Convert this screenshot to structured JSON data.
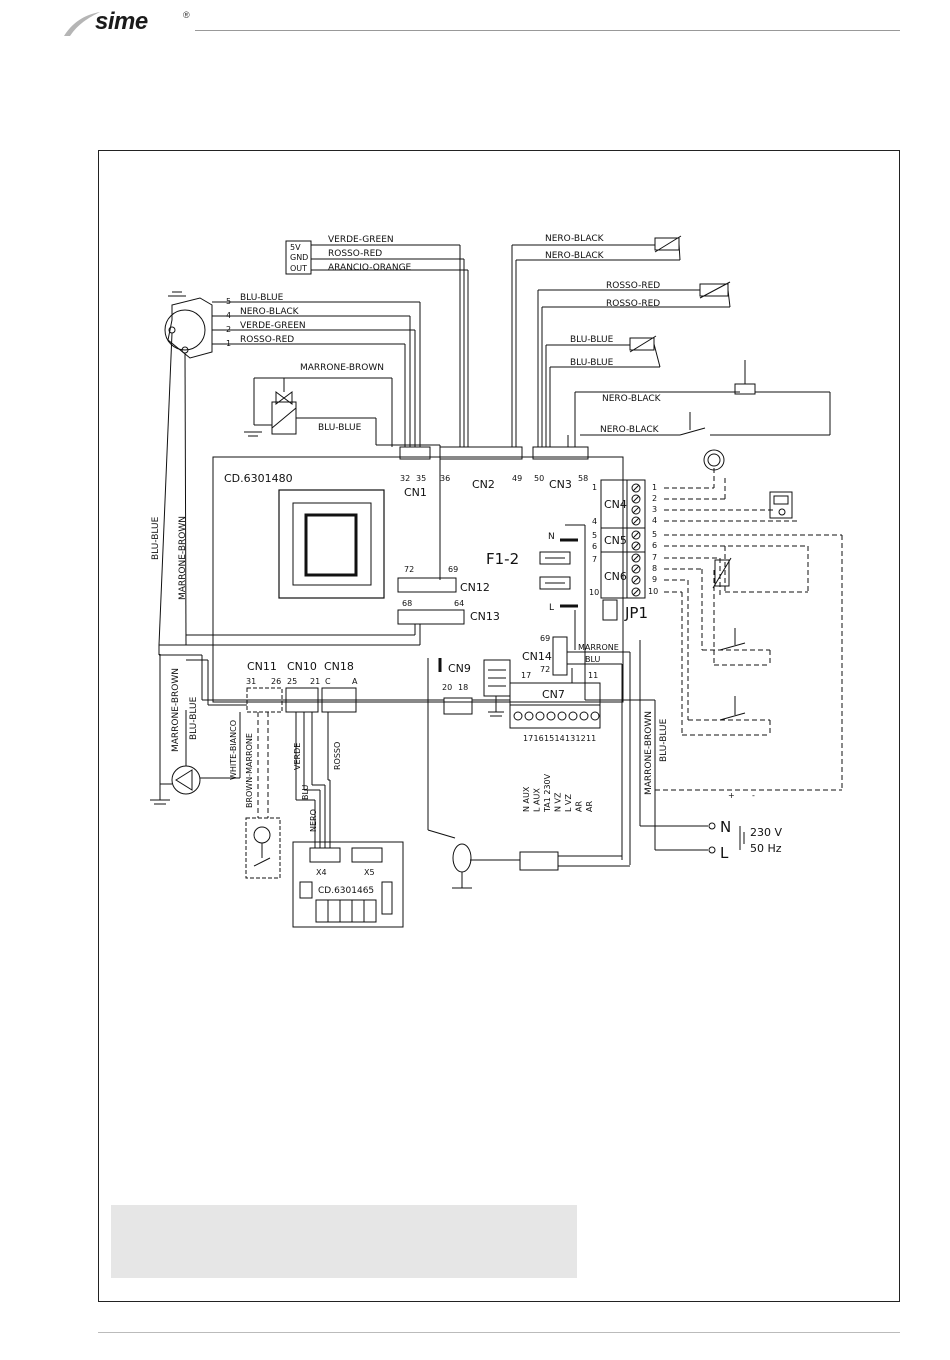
{
  "brand": {
    "logo_text": "sime",
    "registered_mark": "®"
  },
  "board": {
    "code": "CD.6301480"
  },
  "aux_board": {
    "code": "CD.6301465",
    "connector_x4": "X4",
    "connector_x5": "X5"
  },
  "sensor_box": {
    "lines": [
      "5V",
      "GND",
      "OUT"
    ]
  },
  "connectors": {
    "cn1": "CN1",
    "cn1_pins": [
      "32",
      "35"
    ],
    "cn2": "CN2",
    "cn2_pins": [
      "36",
      "49"
    ],
    "cn3": "CN3",
    "cn3_pins": [
      "50",
      "58"
    ],
    "cn4": "CN4",
    "cn5": "CN5",
    "cn6": "CN6",
    "cn7": "CN7",
    "cn7_pins": [
      "17",
      "11"
    ],
    "cn9": "CN9",
    "cn9_pins": [
      "20",
      "18"
    ],
    "cn10": "CN10",
    "cn10_pins": [
      "25",
      "21"
    ],
    "cn11": "CN11",
    "cn11_pins": [
      "31",
      "26"
    ],
    "cn12": "CN12",
    "cn12_pins": [
      "72",
      "69"
    ],
    "cn13": "CN13",
    "cn13_pins": [
      "68",
      "64"
    ],
    "cn14": "CN14",
    "cn14_pins": [
      "69",
      "72"
    ],
    "cn18": "CN18",
    "cn18_pins": [
      "C",
      "A"
    ],
    "fuse": "F1-2",
    "jumper": "JP1",
    "n": "N",
    "l": "L"
  },
  "cn4_pins": [
    "1",
    "4"
  ],
  "cn5_pins": [
    "5",
    "6"
  ],
  "cn6_pins": [
    "7",
    "10"
  ],
  "right_terminals": [
    "1",
    "2",
    "3",
    "4",
    "5",
    "6",
    "7",
    "8",
    "9",
    "10"
  ],
  "cn7_terminals": [
    "17",
    "16",
    "15",
    "14",
    "13",
    "12",
    "11"
  ],
  "cn7_labels": [
    "N AUX",
    "L AUX",
    "TA1 230V",
    "N VZ",
    "L VZ",
    "AR",
    "AR"
  ],
  "cn14_wires": [
    "MARRONE",
    "BLU"
  ],
  "wires": {
    "verde_green": "VERDE-GREEN",
    "rosso_red": "ROSSO-RED",
    "arancio_orange": "ARANCIO-ORANGE",
    "nero_black": "NERO-BLACK",
    "blu_blue": "BLU-BLUE",
    "marrone_brown": "MARRONE-BROWN",
    "white_bianco": "WHITE-BIANCO",
    "brown_marrone": "BROWN-MARRONE",
    "verde": "VERDE",
    "rosso": "ROSSO",
    "blu": "BLU",
    "nero": "NERO"
  },
  "fan_pins": [
    "5",
    "4",
    "2",
    "1"
  ],
  "power": {
    "n": "N",
    "l": "L",
    "voltage": "230 V",
    "frequency": "50 Hz"
  },
  "dc_supply": {
    "plus": "+",
    "minus": "-"
  }
}
